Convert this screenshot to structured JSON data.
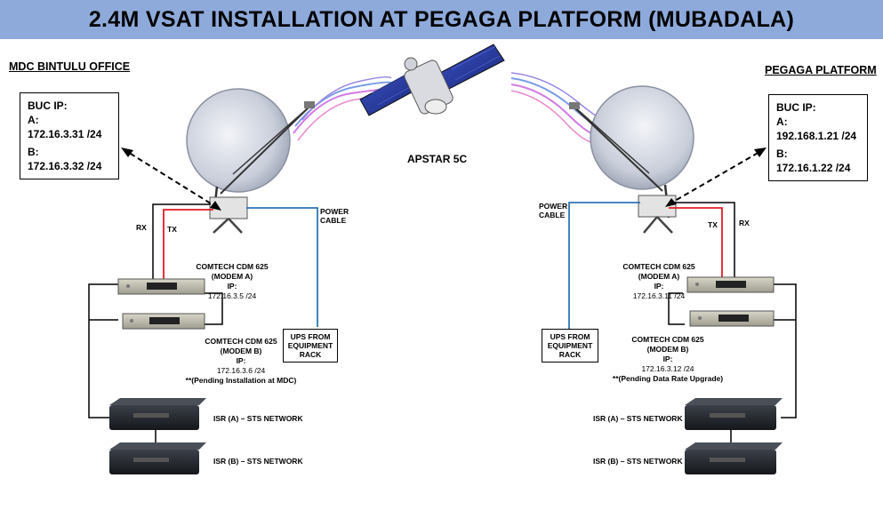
{
  "title": "2.4M VSAT INSTALLATION AT PEGAGA PLATFORM (MUBADALA)",
  "satellite": {
    "label": "APSTAR 5C"
  },
  "left_site": {
    "label": "MDC BINTULU OFFICE",
    "buc": {
      "heading": "BUC IP:",
      "a_label": "A:",
      "a_ip": "172.16.3.31 /24",
      "b_label": "B:",
      "b_ip": "172.16.3.32 /24"
    },
    "rx": "RX",
    "tx": "TX",
    "power_cable": [
      "POWER",
      "CABLE"
    ],
    "modem_a": {
      "name": "COMTECH CDM 625",
      "sub": "(MODEM A)",
      "ip_label": "IP:",
      "ip": "172.16.3.5 /24"
    },
    "modem_b": {
      "name": "COMTECH CDM 625",
      "sub": "(MODEM B)",
      "ip_label": "IP:",
      "ip": "172.16.3.6 /24",
      "note": "**(Pending Installation at MDC)"
    },
    "ups": [
      "UPS FROM",
      "EQUIPMENT",
      "RACK"
    ],
    "isr_a": "ISR (A) – STS NETWORK",
    "isr_b": "ISR (B) – STS NETWORK"
  },
  "right_site": {
    "label": "PEGAGA PLATFORM",
    "buc": {
      "heading": "BUC IP:",
      "a_label": "A:",
      "a_ip": "192.168.1.21 /24",
      "b_label": "B:",
      "b_ip": "172.16.1.22 /24"
    },
    "rx": "RX",
    "tx": "TX",
    "power_cable": [
      "POWER",
      "CABLE"
    ],
    "modem_a": {
      "name": "COMTECH CDM 625",
      "sub": "(MODEM A)",
      "ip_label": "IP:",
      "ip": "172.16.3.11 /24"
    },
    "modem_b": {
      "name": "COMTECH CDM 625",
      "sub": "(MODEM B)",
      "ip_label": "IP:",
      "ip": "172.16.3.12 /24",
      "note": "**(Pending Data Rate Upgrade)"
    },
    "ups": [
      "UPS FROM",
      "EQUIPMENT",
      "RACK"
    ],
    "isr_a": "ISR (A) – STS NETWORK",
    "isr_b": "ISR (B) – STS NETWORK"
  },
  "colors": {
    "title_bg": "#8eaadb",
    "tx_line": "#e31b23",
    "power_line": "#2e75b6",
    "dish": "#c8cdd8",
    "device": "#1c1f24"
  }
}
